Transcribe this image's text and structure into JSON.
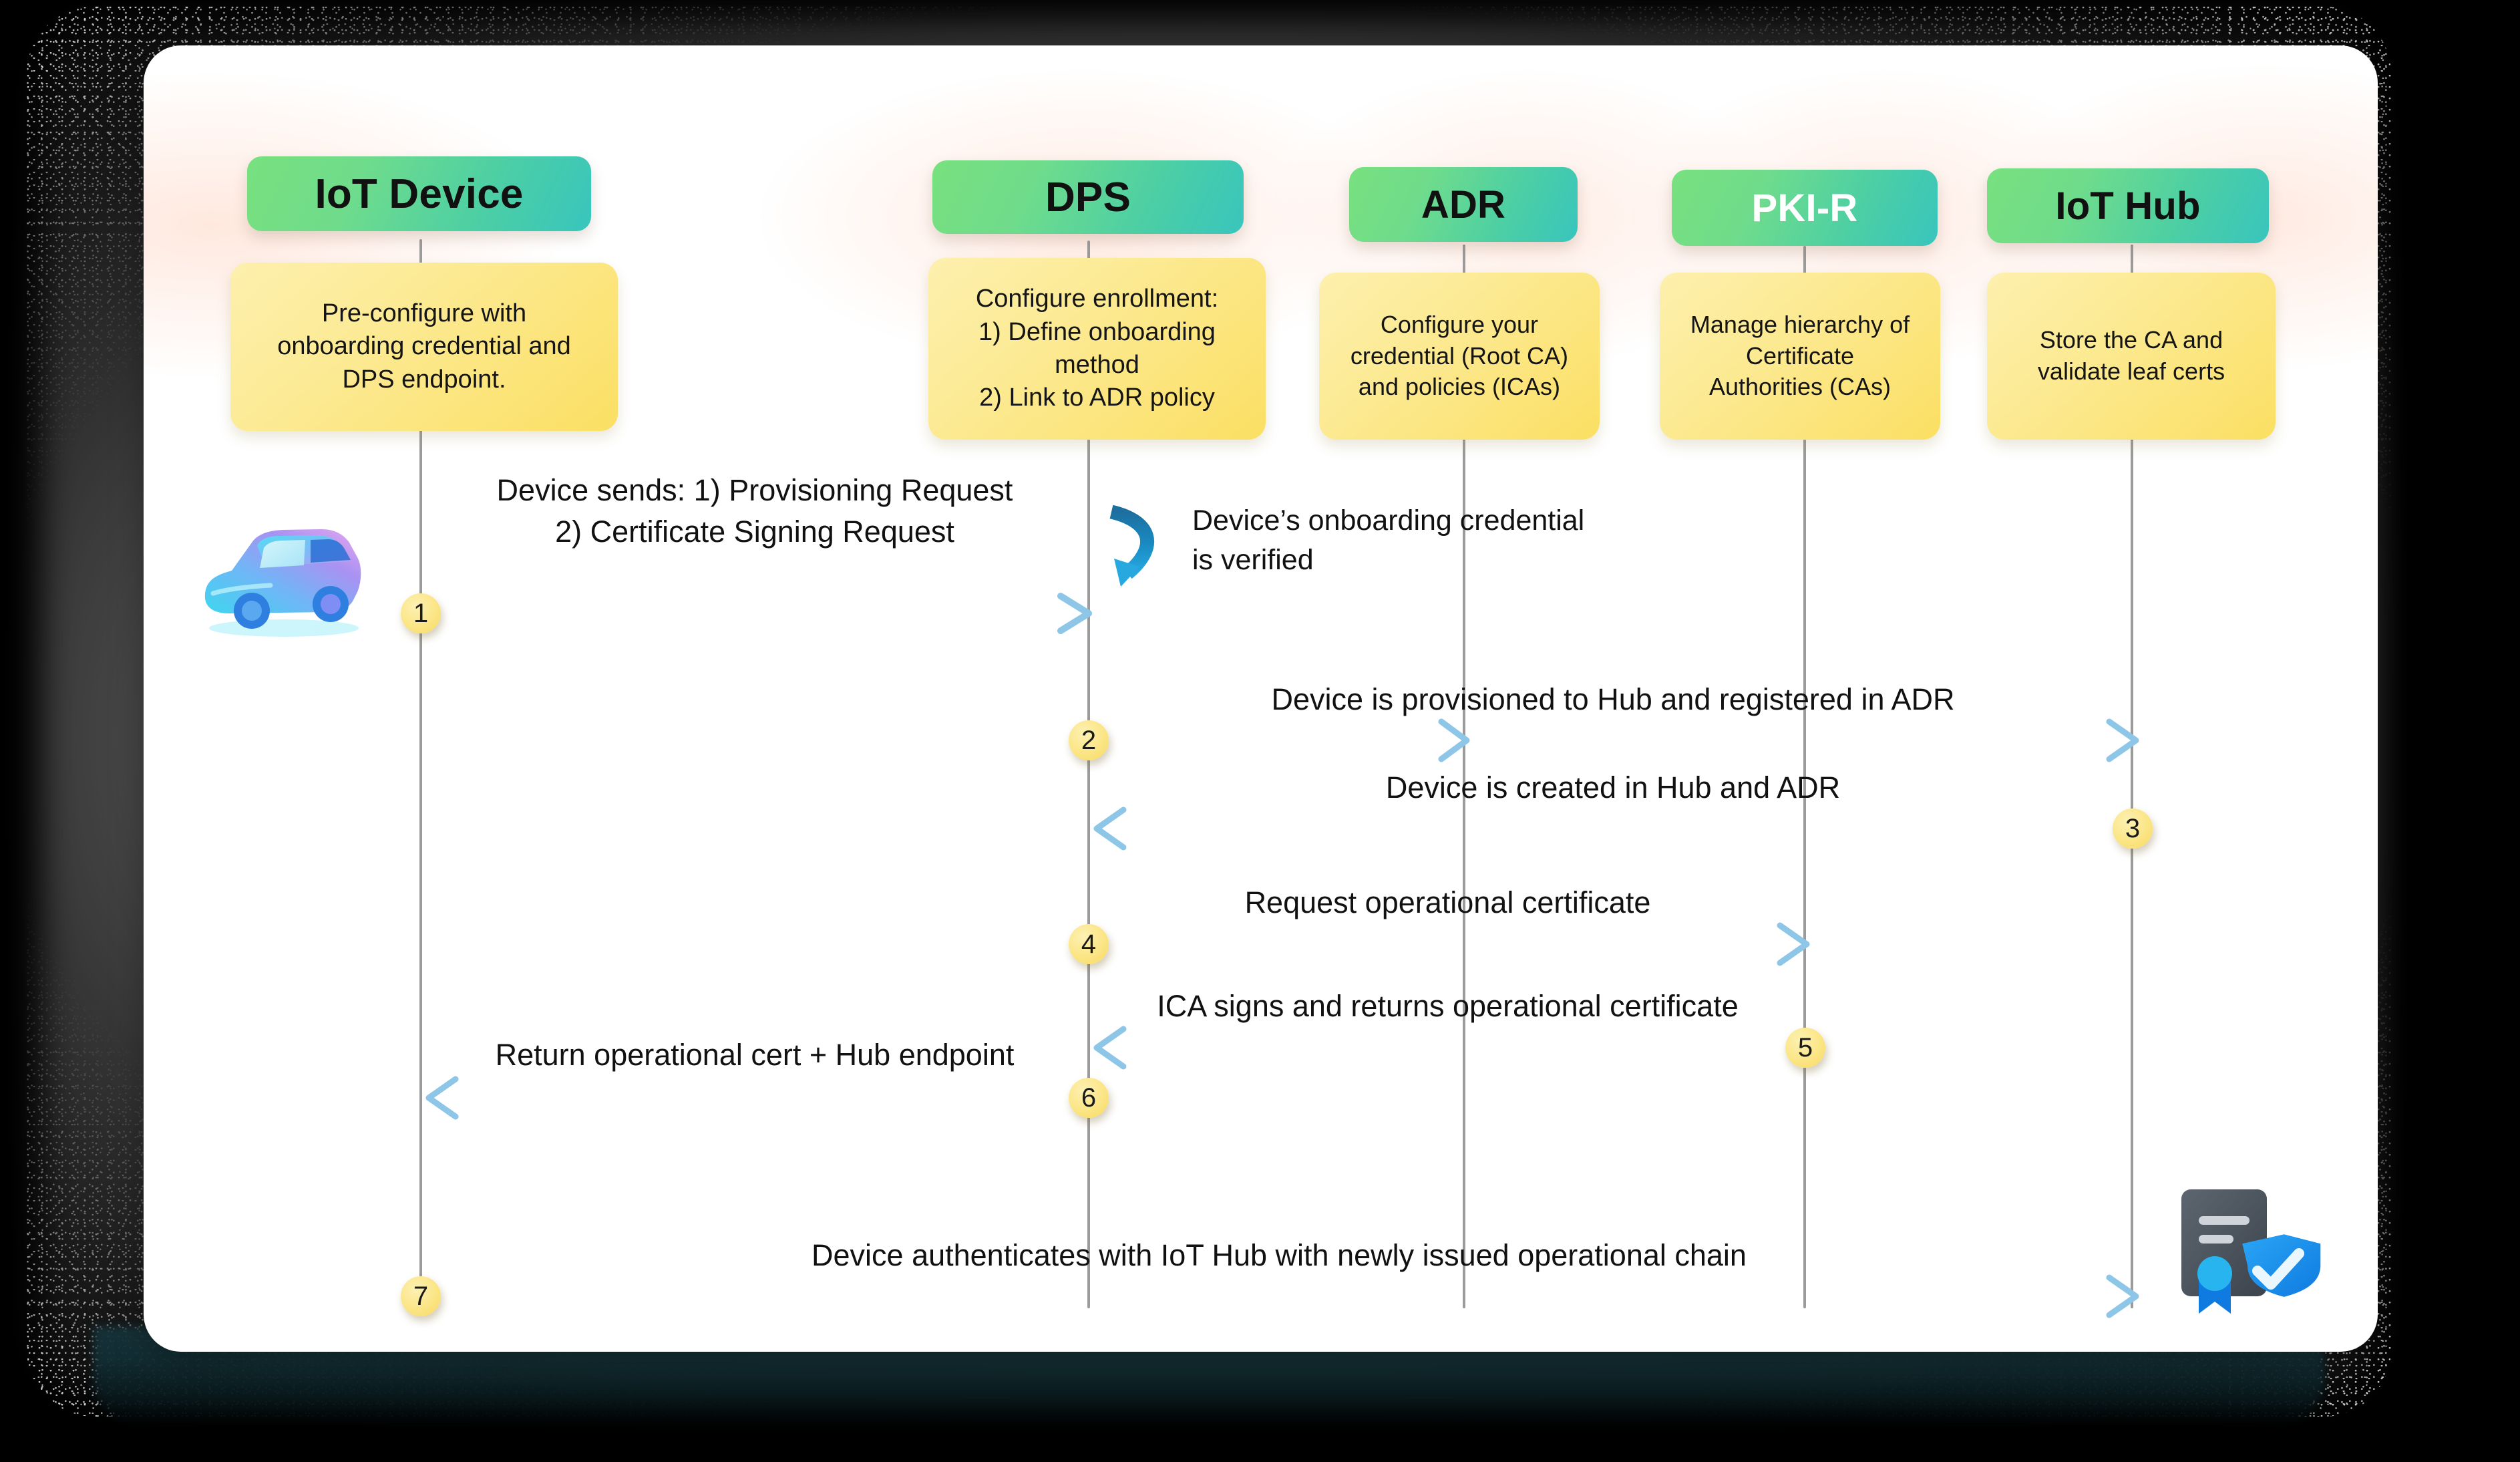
{
  "diagram": {
    "title": "IoT Device Provisioning Sequence",
    "colors": {
      "actor_gradient_start": "#78e07e",
      "actor_gradient_end": "#38c5bd",
      "note_fill": "#fce98f",
      "arrow_blue": "#8ec6e8",
      "self_loop_blue": "#1f86b4",
      "step_badge": "#fbe585",
      "lifeline": "#9b9b9b",
      "card_bg": "#ffffff",
      "page_bg": "#000000"
    },
    "actors": [
      {
        "id": "iot-device",
        "label": "IoT Device",
        "label_color": "#111111",
        "note": "Pre-configure with onboarding credential and DPS endpoint."
      },
      {
        "id": "dps",
        "label": "DPS",
        "label_color": "#111111",
        "note": "Configure enrollment:\n1) Define onboarding method\n2) Link to ADR policy"
      },
      {
        "id": "adr",
        "label": "ADR",
        "label_color": "#111111",
        "note": "Configure your credential (Root CA) and policies (ICAs)"
      },
      {
        "id": "pki-r",
        "label": "PKI-R",
        "label_color": "#ffffff",
        "note": "Manage hierarchy of Certificate Authorities (CAs)"
      },
      {
        "id": "iot-hub",
        "label": "IoT Hub",
        "label_color": "#111111",
        "note": "Store the CA and validate leaf certs"
      }
    ],
    "messages": [
      {
        "step": "1",
        "from": "iot-device",
        "to": "dps",
        "direction": "right",
        "label": "Device sends: 1) Provisioning Request\n2) Certificate Signing Request"
      },
      {
        "step": "2",
        "from": "dps",
        "to": "iot-hub",
        "direction": "right",
        "label": "Device is provisioned to Hub and registered in ADR"
      },
      {
        "step": "3",
        "from": "iot-hub",
        "to": "dps",
        "direction": "left",
        "label": "Device is created in Hub and ADR"
      },
      {
        "step": "4",
        "from": "dps",
        "to": "pki-r",
        "direction": "right",
        "label": "Request operational certificate"
      },
      {
        "step": "5",
        "from": "pki-r",
        "to": "dps",
        "direction": "left",
        "label": "ICA signs and returns operational certificate"
      },
      {
        "step": "6",
        "from": "dps",
        "to": "iot-device",
        "direction": "left",
        "label": "Return operational cert + Hub endpoint"
      },
      {
        "step": "7",
        "from": "iot-device",
        "to": "iot-hub",
        "direction": "right",
        "label": "Device authenticates with IoT Hub with newly issued operational chain"
      }
    ],
    "self_messages": [
      {
        "on": "dps",
        "label": "Device's onboarding credential\nis verified"
      }
    ],
    "icons": [
      {
        "id": "car-icon",
        "name": "car-icon",
        "near": "iot-device"
      },
      {
        "id": "certificate-shield-icon",
        "name": "certificate-shield-icon",
        "near": "iot-hub"
      }
    ],
    "labels": {
      "msg1_line1": "Device sends: 1) Provisioning Request",
      "msg1_line2": "2) Certificate Signing Request",
      "self1_line1": "Device’s onboarding credential",
      "self1_line2": "is verified",
      "msg2": "Device is provisioned to Hub and registered in ADR",
      "msg3": "Device is created in Hub and ADR",
      "msg4": "Request operational certificate",
      "msg5": "ICA signs and returns operational certificate",
      "msg6": "Return operational cert + Hub endpoint",
      "msg7": "Device authenticates with IoT Hub with newly issued operational chain",
      "note_device_l1": "Pre-configure with",
      "note_device_l2": "onboarding credential and",
      "note_device_l3": "DPS endpoint.",
      "note_dps_l1": "Configure enrollment:",
      "note_dps_l2": "1) Define onboarding",
      "note_dps_l3": "method",
      "note_dps_l4": "2) Link to ADR policy",
      "note_adr_l1": "Configure your",
      "note_adr_l2": "credential (Root CA)",
      "note_adr_l3": "and policies (ICAs)",
      "note_pkir_l1": "Manage hierarchy of",
      "note_pkir_l2": "Certificate",
      "note_pkir_l3": "Authorities (CAs)",
      "note_hub_l1": "Store the CA and",
      "note_hub_l2": "validate leaf certs",
      "step1": "1",
      "step2": "2",
      "step3": "3",
      "step4": "4",
      "step5": "5",
      "step6": "6",
      "step7": "7"
    }
  }
}
